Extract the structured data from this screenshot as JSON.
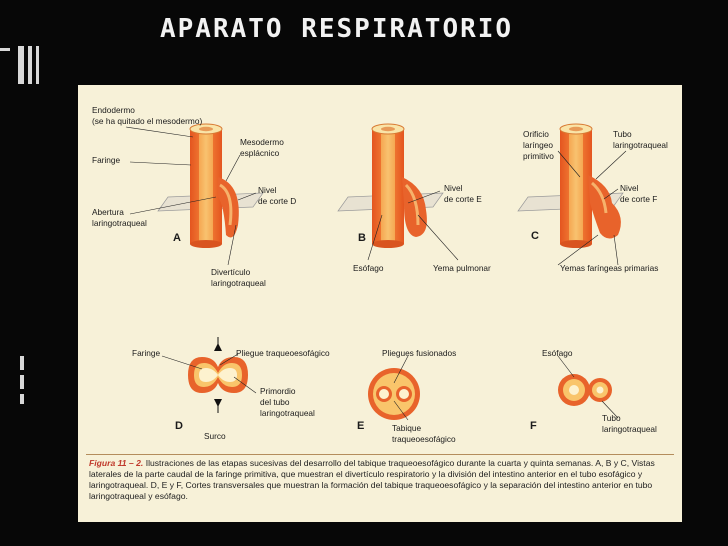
{
  "slide": {
    "title": "APARATO RESPIRATORIO"
  },
  "diagram": {
    "panel_a": {
      "letter": "A",
      "endodermo_line1": "Endodermo",
      "endodermo_line2": "(se ha quitado el mesodermo)",
      "faringe": "Faringe",
      "mesodermo_line1": "Mesodermo",
      "mesodermo_line2": "esplácnico",
      "nivel_line1": "Nivel",
      "nivel_line2": "de corte D",
      "abertura_line1": "Abertura",
      "abertura_line2": "laringotraqueal",
      "diverticulo_line1": "Divertículo",
      "diverticulo_line2": "laringotraqueal"
    },
    "panel_b": {
      "letter": "B",
      "nivel_line1": "Nivel",
      "nivel_line2": "de corte E",
      "esofago": "Esófago",
      "yema": "Yema pulmonar"
    },
    "panel_c": {
      "letter": "C",
      "orificio_line1": "Orificio",
      "orificio_line2": "laríngeo",
      "orificio_line3": "primitivo",
      "tubo_line1": "Tubo",
      "tubo_line2": "laringotraqueal",
      "nivel_line1": "Nivel",
      "nivel_line2": "de corte F",
      "yemas": "Yemas faríngeas primarias"
    },
    "panel_d": {
      "letter": "D",
      "faringe": "Faringe",
      "pliegue": "Pliegue traqueoesofágico",
      "primordio_line1": "Primordio",
      "primordio_line2": "del tubo",
      "primordio_line3": "laringotraqueal",
      "surco": "Surco"
    },
    "panel_e": {
      "letter": "E",
      "pliegues": "Pliegues fusionados",
      "tabique_line1": "Tabique",
      "tabique_line2": "traqueoesofágico"
    },
    "panel_f": {
      "letter": "F",
      "esofago": "Esófago",
      "tubo_line1": "Tubo",
      "tubo_line2": "laringotraqueal"
    }
  },
  "caption": {
    "figure_label": "Figura 11 – 2.",
    "text": "Ilustraciones de las etapas sucesivas del desarrollo del tabique traqueoesofágico durante la cuarta y quinta semanas. A, B y C, Vistas laterales de la parte caudal de la faringe primitiva, que muestran el divertículo respiratorio y la división del intestino anterior en el tubo esofágico y laringotraqueal. D, E y F, Cortes transversales que muestran la formación del tabique traqueoesofágico y la separación del intestino anterior en tubo laringotraqueal y esófago."
  },
  "colors": {
    "background": "#070707",
    "page": "#f7f1d8",
    "tissue_orange": "#e8632b",
    "tissue_light": "#f6b26b",
    "endoderm_cream": "#f9e4a8",
    "caption_accent": "#c0392b"
  }
}
